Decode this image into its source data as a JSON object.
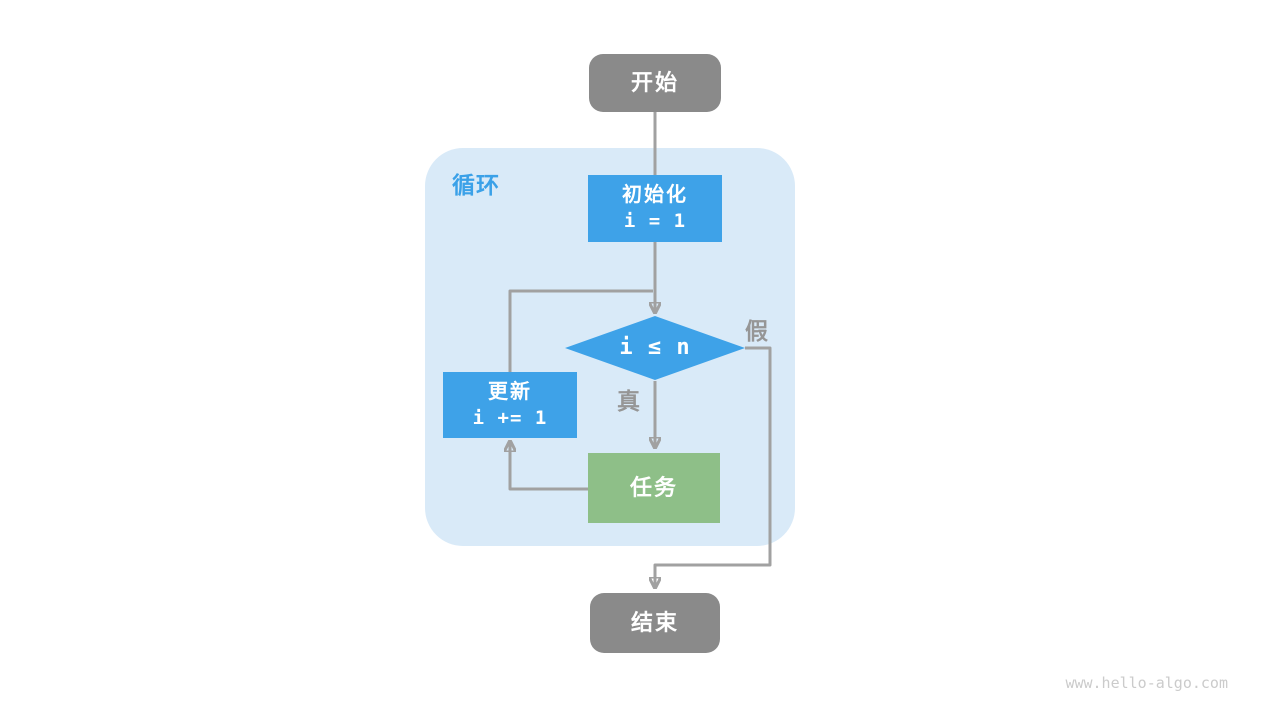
{
  "page": {
    "watermark": "www.hello-algo.com"
  },
  "diagram": {
    "loop_container_label": "循环",
    "nodes": {
      "start": {
        "label": "开始"
      },
      "init": {
        "title": "初始化",
        "code": "i = 1"
      },
      "condition": {
        "code": "i ≤ n"
      },
      "update": {
        "title": "更新",
        "code": "i += 1"
      },
      "task": {
        "label": "任务"
      },
      "end": {
        "label": "结束"
      }
    },
    "branches": {
      "true_label": "真",
      "false_label": "假"
    },
    "colors": {
      "node_blue": "#3EA2E8",
      "node_green": "#8EBF88",
      "node_gray": "#8A8A8A",
      "loop_container_bg": "#D9EAF8",
      "loop_label_color": "#3BA1E8",
      "connector_line": "#A1A1A1",
      "branch_label_color": "#969696",
      "watermark_color": "#CBCBCB"
    }
  }
}
